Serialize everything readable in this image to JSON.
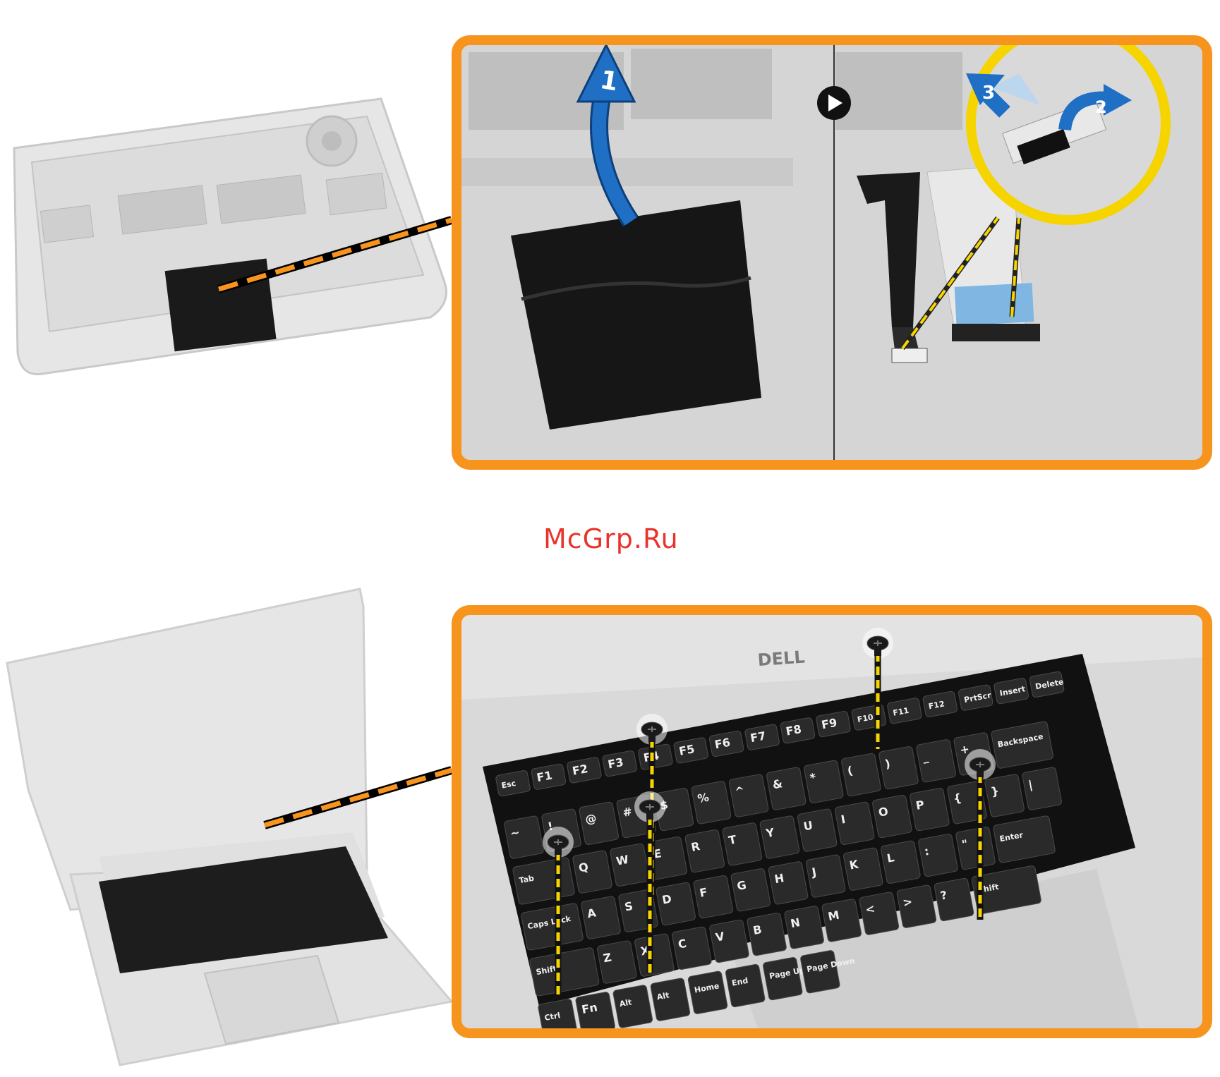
{
  "watermark": "McGrp.Ru",
  "top_step_callout": {
    "step_1": "1",
    "step_2": "2",
    "step_3": "3"
  },
  "keyboard": {
    "brand_logo": "DELL",
    "rows": [
      [
        "Esc",
        "F1",
        "F2",
        "F3",
        "F4",
        "F5",
        "F6",
        "F7",
        "F8",
        "F9",
        "F10",
        "F11",
        "F12",
        "PrtScr",
        "Insert",
        "Delete"
      ],
      [
        "~",
        "!",
        "@",
        "#",
        "$",
        "%",
        "^",
        "&",
        "*",
        "(",
        ")",
        "_",
        "+",
        "Backspace"
      ],
      [
        "Tab",
        "Q",
        "W",
        "E",
        "R",
        "T",
        "Y",
        "U",
        "I",
        "O",
        "P",
        "{",
        "}",
        "|"
      ],
      [
        "Caps Lock",
        "A",
        "S",
        "D",
        "F",
        "G",
        "H",
        "J",
        "K",
        "L",
        ":",
        "\"",
        "Enter"
      ],
      [
        "Shift",
        "Z",
        "X",
        "C",
        "V",
        "B",
        "N",
        "M",
        "<",
        ">",
        "?",
        "Shift"
      ],
      [
        "Ctrl",
        "Fn",
        "Alt",
        "Alt",
        "Home",
        "End",
        "Page Up",
        "Page Down"
      ]
    ]
  },
  "colors": {
    "callout_orange": "#f7941d",
    "callout_yellow": "#f5d400",
    "arrow_blue": "#1f6fc4",
    "watermark_red": "#e8342b"
  }
}
